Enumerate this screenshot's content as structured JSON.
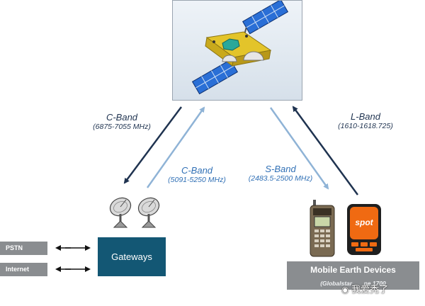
{
  "links": {
    "gateway_uplink": {
      "band": "C-Band",
      "freq": "(6875-7055 MHz)"
    },
    "gateway_downlink": {
      "band": "C-Band",
      "freq": "(5091-5250 MHz)"
    },
    "device_downlink": {
      "band": "S-Band",
      "freq": "(2483.5-2500 MHz)"
    },
    "device_uplink": {
      "band": "L-Band",
      "freq": "(1610-1618.725)"
    }
  },
  "nodes": {
    "pstn": "PSTN",
    "internet": "Internet",
    "gateways": "Gateways",
    "mobile_title": "Mobile Earth Devices",
    "mobile_sub": "(Globalstar",
    "mobile_sub_tail": "ne 1700"
  },
  "watermark": "我爱秃了",
  "colors": {
    "dark_arrow": "#1f3350",
    "light_arrow": "#8fb3d6",
    "gateway_box": "#135774",
    "gray_box": "#8a8d90",
    "solar_panel": "#2a6fd6",
    "satellite_body": "#e3c42a"
  }
}
